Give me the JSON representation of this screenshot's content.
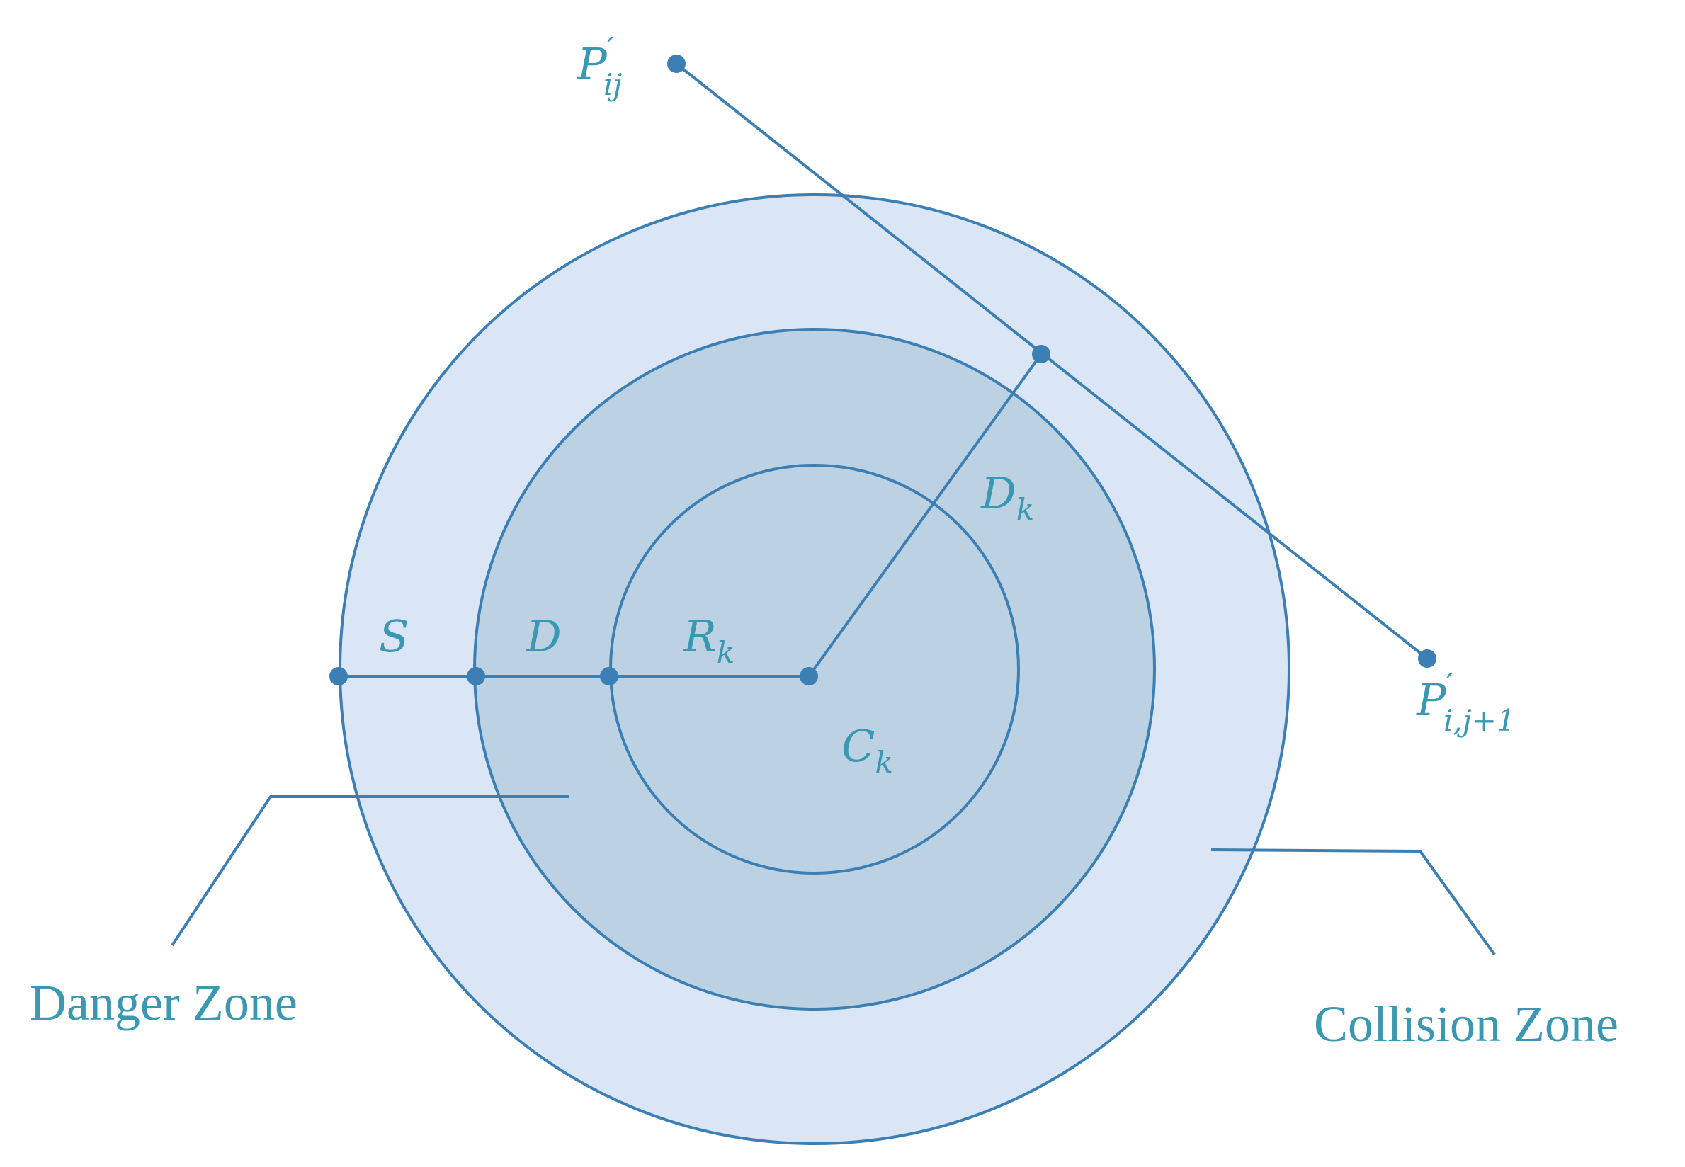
{
  "colors": {
    "stroke": "#3b7fb5",
    "text": "#3a98b2",
    "outer_fill": "#dae6f5",
    "middle_fill": "#bcd2e3",
    "inner_fill": "#bcd2e3"
  },
  "labels": {
    "s": "S",
    "d": "D",
    "r_main": "R",
    "r_sub": "k",
    "dk_main": "D",
    "dk_sub": "k",
    "ck_main": "C",
    "ck_sub": "k",
    "p1_main": "P",
    "p1_sup": "′",
    "p1_sub": "ij",
    "p2_main": "P",
    "p2_sup": "′",
    "p2_sub": "i,j+1",
    "danger_zone": "Danger Zone",
    "collision_zone": "Collision Zone"
  }
}
